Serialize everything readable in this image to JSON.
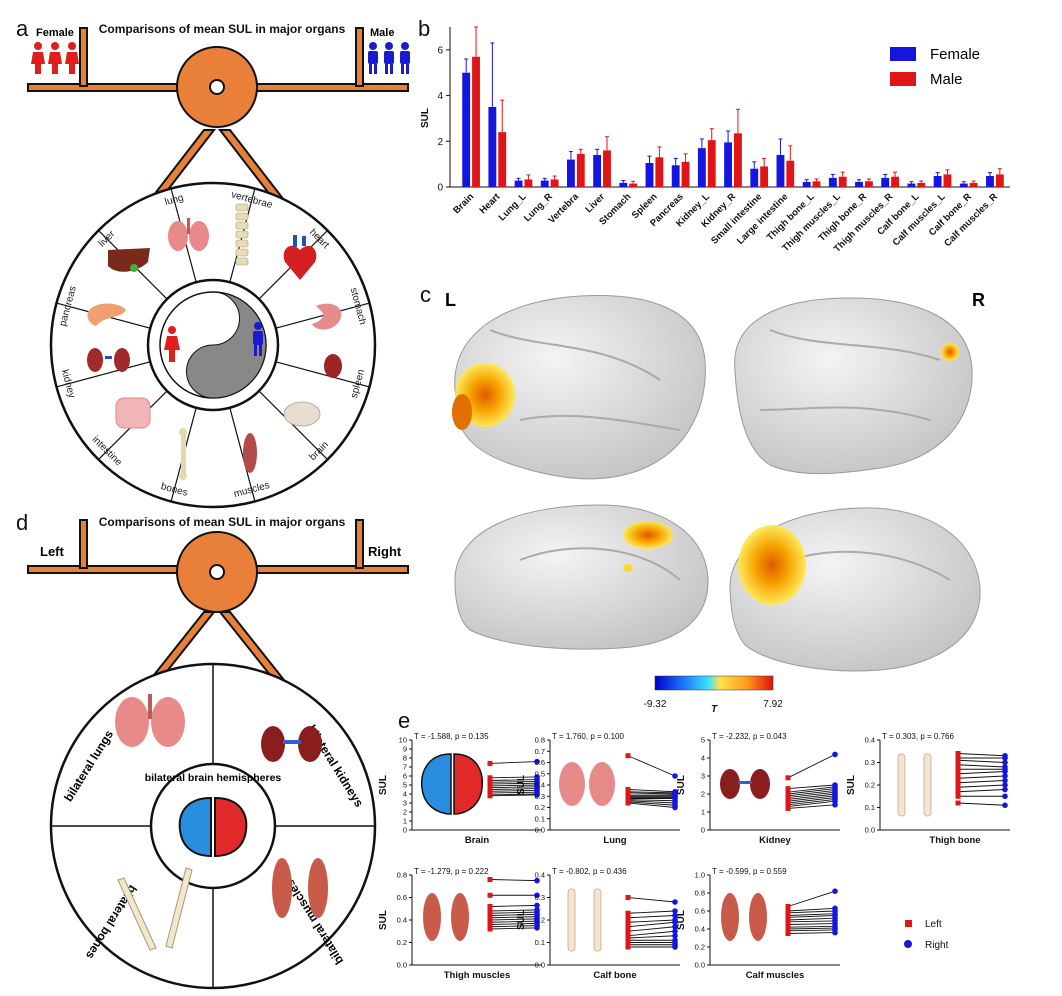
{
  "panel_a": {
    "letter": "a",
    "title": "Comparisons of mean SUL in major organs",
    "left_label": "Female",
    "right_label": "Male",
    "wedges": [
      "lung",
      "vertebrae",
      "heart",
      "stomach",
      "spleen",
      "brain",
      "muscles",
      "bones",
      "intestine",
      "kidney",
      "pancreas",
      "liver"
    ]
  },
  "panel_b": {
    "letter": "b",
    "chart_data": {
      "type": "bar",
      "ylabel": "SUL",
      "ylim": [
        0,
        7
      ],
      "yticks": [
        0,
        2,
        4,
        6
      ],
      "categories": [
        "Brain",
        "Heart",
        "Lung_L",
        "Lung_R",
        "Vertebra",
        "Liver",
        "Stomach",
        "Spleen",
        "Pancreas",
        "Kidney_L",
        "Kidney_R",
        "Small intestine",
        "Large intestine",
        "Thigh bone_L",
        "Thigh muscles_L",
        "Thigh bone_R",
        "Thigh muscles_R",
        "Calf bone_L",
        "Calf muscles_L",
        "Calf bone_R",
        "Calf muscles_R"
      ],
      "series": [
        {
          "name": "Female",
          "color": "#1515e0",
          "values": [
            5.0,
            3.5,
            0.28,
            0.28,
            1.2,
            1.4,
            0.18,
            1.05,
            0.95,
            1.7,
            1.95,
            0.8,
            1.4,
            0.22,
            0.4,
            0.22,
            0.4,
            0.15,
            0.48,
            0.15,
            0.48
          ],
          "errors": [
            0.6,
            2.8,
            0.1,
            0.1,
            0.35,
            0.25,
            0.1,
            0.3,
            0.3,
            0.4,
            0.5,
            0.3,
            0.7,
            0.1,
            0.15,
            0.1,
            0.15,
            0.08,
            0.15,
            0.08,
            0.15
          ]
        },
        {
          "name": "Male",
          "color": "#e01515",
          "values": [
            5.7,
            2.4,
            0.33,
            0.33,
            1.45,
            1.6,
            0.15,
            1.3,
            1.1,
            2.05,
            2.35,
            0.9,
            1.15,
            0.25,
            0.45,
            0.25,
            0.45,
            0.18,
            0.55,
            0.18,
            0.55
          ],
          "errors": [
            1.3,
            1.4,
            0.2,
            0.15,
            0.2,
            0.6,
            0.1,
            0.45,
            0.35,
            0.5,
            1.05,
            0.35,
            0.65,
            0.1,
            0.2,
            0.1,
            0.2,
            0.08,
            0.2,
            0.08,
            0.25
          ]
        }
      ]
    }
  },
  "panel_c": {
    "letter": "c",
    "left_hemi": "L",
    "right_hemi": "R",
    "colorbar_min": "-9.32",
    "colorbar_max": "7.92",
    "colorbar_label": "T"
  },
  "panel_d": {
    "letter": "d",
    "title": "Comparisons of mean SUL in major organs",
    "left_label": "Left",
    "right_label": "Right",
    "wedges": [
      "bilateral lungs",
      "bilateral kidneys",
      "bilateral muscles",
      "bilateral bones"
    ],
    "center": "bilateral brain hemispheres"
  },
  "panel_e": {
    "letter": "e",
    "legend": [
      {
        "name": "Left",
        "color": "#e01515"
      },
      {
        "name": "Right",
        "color": "#1515e0"
      }
    ],
    "ylabel": "SUL",
    "plots": [
      {
        "name": "Brain",
        "stat": "T = -1.588, p = 0.135",
        "ymax": 10,
        "yticks": [
          0,
          1,
          2,
          3,
          4,
          5,
          6,
          7,
          8,
          9,
          10
        ],
        "left": [
          7.4,
          5.8,
          5.5,
          5.3,
          5.1,
          4.9,
          4.7,
          4.5,
          4.3,
          4.1,
          3.9,
          3.8
        ],
        "right": [
          7.6,
          5.9,
          5.6,
          5.4,
          5.2,
          5.0,
          4.8,
          4.6,
          4.4,
          4.2,
          4.0,
          3.9
        ]
      },
      {
        "name": "Lung",
        "stat": "T = 1.760, p = 0.100",
        "ymax": 0.8,
        "yticks": [
          0.0,
          0.1,
          0.2,
          0.3,
          0.4,
          0.5,
          0.6,
          0.7,
          0.8
        ],
        "left": [
          0.66,
          0.36,
          0.34,
          0.33,
          0.31,
          0.3,
          0.29,
          0.28,
          0.27,
          0.26,
          0.25,
          0.24
        ],
        "right": [
          0.48,
          0.34,
          0.33,
          0.32,
          0.31,
          0.3,
          0.29,
          0.28,
          0.26,
          0.24,
          0.22,
          0.2
        ]
      },
      {
        "name": "Kidney",
        "stat": "T = -2.232, p = 0.043",
        "ymax": 5,
        "yticks": [
          0,
          1,
          2,
          3,
          4,
          5
        ],
        "left": [
          2.9,
          2.3,
          2.1,
          2.0,
          1.9,
          1.8,
          1.7,
          1.6,
          1.5,
          1.4,
          1.3,
          1.2
        ],
        "right": [
          4.2,
          2.5,
          2.4,
          2.3,
          2.2,
          2.1,
          2.0,
          1.9,
          1.8,
          1.7,
          1.6,
          1.4
        ]
      },
      {
        "name": "Thigh bone",
        "stat": "T = 0.303, p = 0.766",
        "ymax": 0.4,
        "yticks": [
          0.0,
          0.1,
          0.2,
          0.3,
          0.4
        ],
        "left": [
          0.34,
          0.32,
          0.31,
          0.29,
          0.27,
          0.25,
          0.23,
          0.21,
          0.19,
          0.17,
          0.15,
          0.12
        ],
        "right": [
          0.33,
          0.32,
          0.3,
          0.28,
          0.27,
          0.26,
          0.24,
          0.22,
          0.2,
          0.18,
          0.15,
          0.11
        ]
      },
      {
        "name": "Thigh muscles",
        "stat": "T = -1.279, p = 0.222",
        "ymax": 0.8,
        "yticks": [
          0.0,
          0.2,
          0.4,
          0.6,
          0.8
        ],
        "left": [
          0.76,
          0.62,
          0.52,
          0.48,
          0.46,
          0.44,
          0.42,
          0.4,
          0.38,
          0.36,
          0.34,
          0.32
        ],
        "right": [
          0.75,
          0.62,
          0.53,
          0.49,
          0.47,
          0.45,
          0.43,
          0.41,
          0.39,
          0.37,
          0.35,
          0.33
        ]
      },
      {
        "name": "Calf bone",
        "stat": "T = -0.802, p = 0.436",
        "ymax": 0.4,
        "yticks": [
          0.0,
          0.1,
          0.2,
          0.3,
          0.4
        ],
        "left": [
          0.3,
          0.23,
          0.21,
          0.19,
          0.17,
          0.15,
          0.13,
          0.12,
          0.11,
          0.1,
          0.09,
          0.08
        ],
        "right": [
          0.28,
          0.24,
          0.22,
          0.2,
          0.19,
          0.17,
          0.15,
          0.13,
          0.11,
          0.1,
          0.09,
          0.08
        ]
      },
      {
        "name": "Calf muscles",
        "stat": "T = -0.599, p = 0.559",
        "ymax": 1.0,
        "yticks": [
          0.0,
          0.2,
          0.4,
          0.6,
          0.8,
          1.0
        ],
        "left": [
          0.65,
          0.6,
          0.58,
          0.55,
          0.53,
          0.5,
          0.48,
          0.45,
          0.42,
          0.4,
          0.38,
          0.35
        ],
        "right": [
          0.82,
          0.63,
          0.6,
          0.57,
          0.55,
          0.52,
          0.49,
          0.46,
          0.43,
          0.41,
          0.39,
          0.36
        ]
      }
    ]
  }
}
